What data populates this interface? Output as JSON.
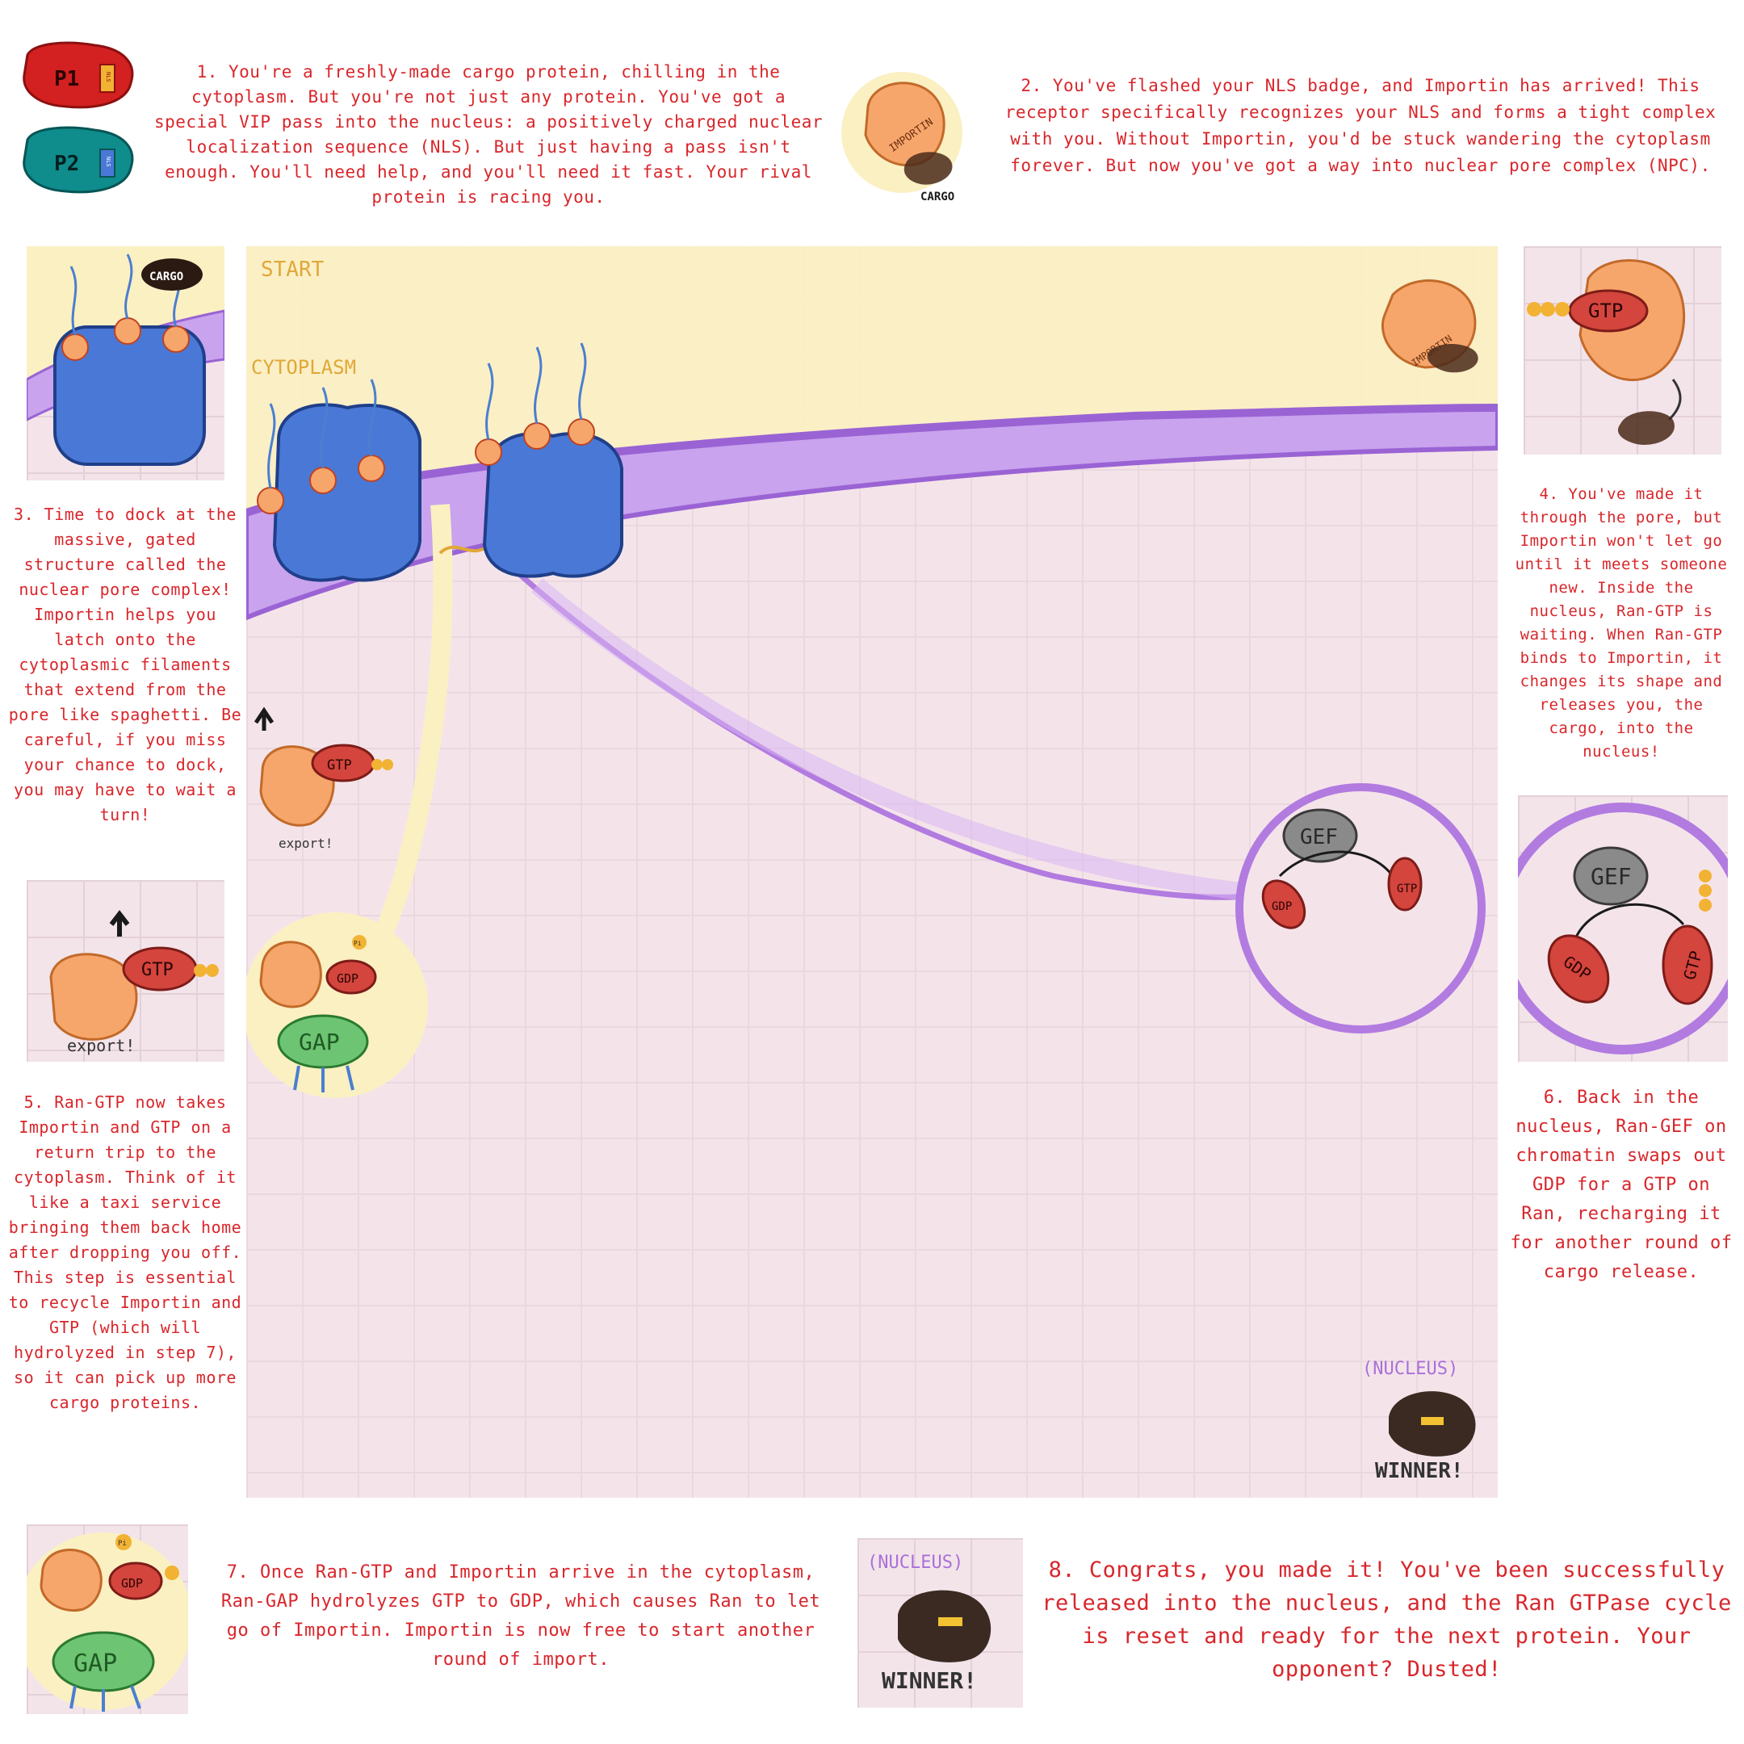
{
  "players": {
    "p1": "P1",
    "p2": "P2",
    "tag": "NLS"
  },
  "captions": {
    "step1": "1. You're a freshly-made cargo protein, chilling in the cytoplasm. But you're not just any protein. You've got a special VIP pass into the nucleus: a positively charged nuclear localization sequence (NLS). But just having a pass isn't enough. You'll need help, and you'll need it fast. Your rival protein is racing you.",
    "step2": "2. You've flashed your NLS badge, and Importin has arrived! This receptor specifically recognizes your NLS and forms a tight complex with you. Without Importin, you'd be stuck wandering the cytoplasm forever. But now you've got a way into nuclear pore complex (NPC).",
    "step3": "3. Time to dock at the massive, gated structure called the nuclear pore complex! Importin helps you latch onto the cytoplasmic filaments that extend from the pore like spaghetti. Be careful, if you miss your chance to dock, you may have to wait a turn!",
    "step4": "4. You've made it through the pore, but Importin won't let go until it meets someone new. Inside the nucleus, Ran-GTP is waiting. When Ran-GTP binds to Importin, it changes its shape and releases you, the cargo, into the nucleus!",
    "step5": "5. Ran-GTP now takes Importin and GTP on a return trip to the cytoplasm. Think of it like a taxi service bringing them back home after dropping you off. This step is essential to recycle Importin and GTP (which will hydrolyzed in step 7), so it can pick up more cargo proteins.",
    "step6": "6. Back in the nucleus, Ran-GEF on chromatin swaps out GDP for a GTP on Ran, recharging it for another round of cargo release.",
    "step7": "7. Once Ran-GTP and Importin arrive in the cytoplasm, Ran-GAP hydrolyzes GTP to GDP, which causes Ran to let go of Importin. Importin is now free to start another round of import.",
    "step8": "8. Congrats, you made it! You've been successfully released into the nucleus, and the Ran GTPase cycle is reset and ready for the next protein. Your opponent? Dusted!"
  },
  "board": {
    "start": "START",
    "cytoplasm": "CYTOPLASM",
    "nucleus": "(NUCLEUS)",
    "winner": "WINNER!"
  },
  "labels": {
    "importin": "IMPORTIN",
    "cargo": "CARGO",
    "gtp": "GTP",
    "gdp": "GDP",
    "gef": "GEF",
    "gap": "GAP",
    "pi": "Pi",
    "export": "export!",
    "nucleus": "(NUCLEUS)",
    "winner": "WINNER!"
  },
  "colors": {
    "caption_red": "#d8262b",
    "cytoplasm_yellow": "#fbf0c2",
    "nucleus_pink": "#f4e4ea",
    "membrane_purple": "#b27be0",
    "npc_blue": "#4a78d6",
    "importin_orange": "#f7a66b",
    "ran_red": "#d4453d",
    "gap_green": "#6dc472",
    "gef_gray": "#8a8a8a",
    "p1_red": "#d32020",
    "p2_teal": "#0f8c8c"
  }
}
